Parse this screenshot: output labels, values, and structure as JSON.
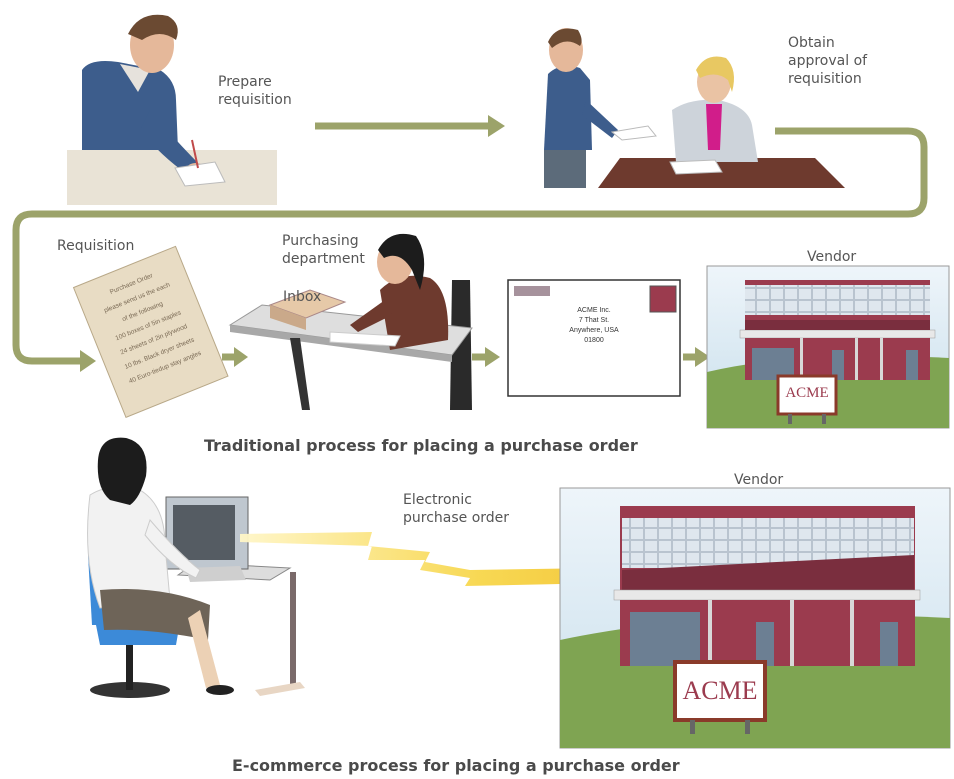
{
  "labels": {
    "prepare": "Prepare\nrequisition",
    "obtain": "Obtain\napproval of\nrequisition",
    "requisition": "Requisition",
    "purchasing": "Purchasing\ndepartment",
    "inbox": "Inbox",
    "vendor_top": "Vendor",
    "vendor_bottom": "Vendor",
    "electronic": "Electronic\npurchase order"
  },
  "envelope": {
    "address": [
      "ACME Inc.",
      "7 That St.",
      "Anywhere, USA",
      "01800"
    ]
  },
  "requisition_doc": {
    "lines": [
      "Purchase Order",
      "please send us the each",
      "of the following",
      "100 boxes of 5in staples",
      "24 sheets of 2in plywood",
      "10 lbs. Black dryer sheets",
      "40 Euro-tiedup stay angles"
    ]
  },
  "signs": {
    "top": "ACME",
    "bottom": "ACME"
  },
  "captions": {
    "traditional": "Traditional process for placing a purchase order",
    "ecommerce": "E-commerce process for placing a purchase order"
  },
  "colors": {
    "arrow": "#9ca36a",
    "jacket_blue": "#3d5d8c",
    "building_red": "#9b3b4e",
    "grass": "#7fa452",
    "sky": "#dceaf3",
    "lightning": "#f3cf3a"
  }
}
